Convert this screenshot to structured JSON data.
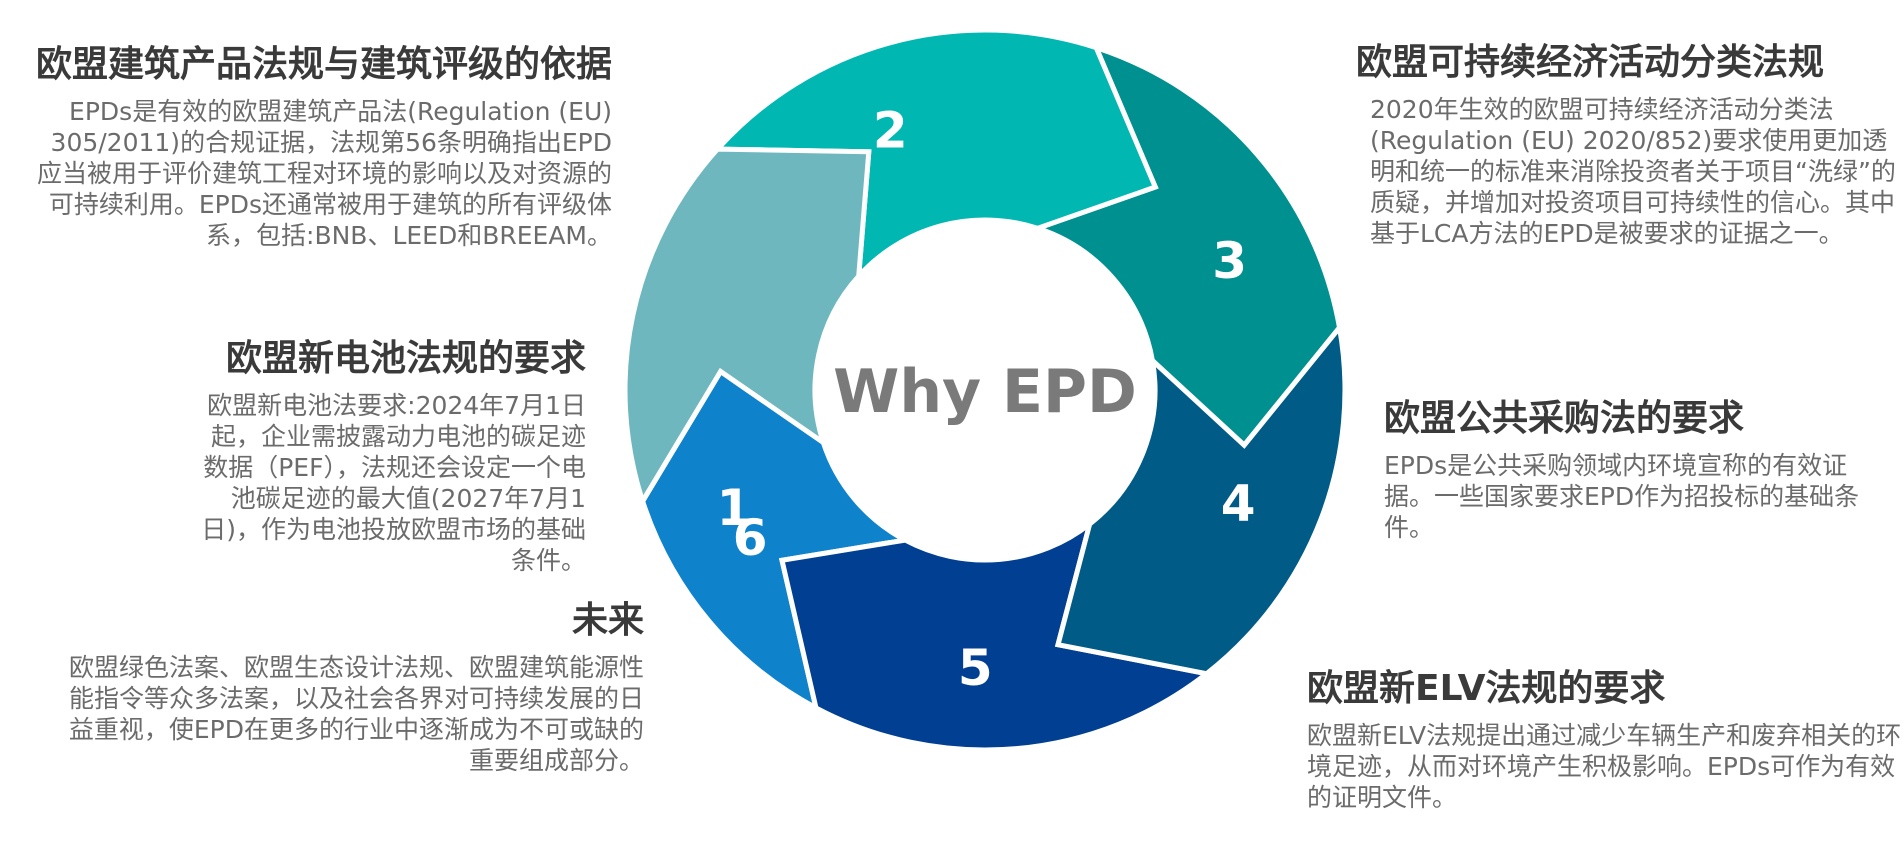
{
  "diagram": {
    "center_label": "Why EPD",
    "segments": [
      {
        "number": "1",
        "color": "#6fb7be"
      },
      {
        "number": "2",
        "color": "#00b7b2"
      },
      {
        "number": "3",
        "color": "#00908f"
      },
      {
        "number": "4",
        "color": "#005b86"
      },
      {
        "number": "5",
        "color": "#003f91"
      },
      {
        "number": "6",
        "color": "#0f82cc"
      }
    ]
  },
  "blocks": [
    {
      "title": "欧盟建筑产品法规与建筑评级的依据",
      "body": "EPDs是有效的欧盟建筑产品法(Regulation (EU) 305/2011)的合规证据，法规第56条明确指出EPD应当被用于评价建筑工程对环境的影响以及对资源的可持续利用。EPDs还通常被用于建筑的所有评级体系，包括:BNB、LEED和BREEAM。"
    },
    {
      "title": "欧盟新电池法规的要求",
      "body": "欧盟新电池法要求:2024年7月1日起，企业需披露动力电池的碳足迹数据（PEF），法规还会设定一个电池碳足迹的最大值(2027年7月1日)，作为电池投放欧盟市场的基础条件。"
    },
    {
      "title": "未来",
      "body": "欧盟绿色法案、欧盟生态设计法规、欧盟建筑能源性能指令等众多法案，以及社会各界对可持续发展的日益重视，使EPD在更多的行业中逐渐成为不可或缺的重要组成部分。"
    },
    {
      "title": "欧盟可持续经济活动分类法规",
      "body": "2020年生效的欧盟可持续经济活动分类法(Regulation (EU) 2020/852)要求使用更加透明和统一的标准来消除投资者关于项目“洗绿”的质疑，并增加对投资项目可持续性的信心。其中基于LCA方法的EPD是被要求的证据之一。"
    },
    {
      "title": "欧盟公共采购法的要求",
      "body": "EPDs是公共采购领域内环境宣称的有效证据。一些国家要求EPD作为招投标的基础条件。"
    },
    {
      "title": "欧盟新ELV法规的要求",
      "body": "欧盟新ELV法规提出通过减少车辆生产和废弃相关的环境足迹，从而对环境产生积极影响。EPDs可作为有效的证明文件。"
    }
  ]
}
